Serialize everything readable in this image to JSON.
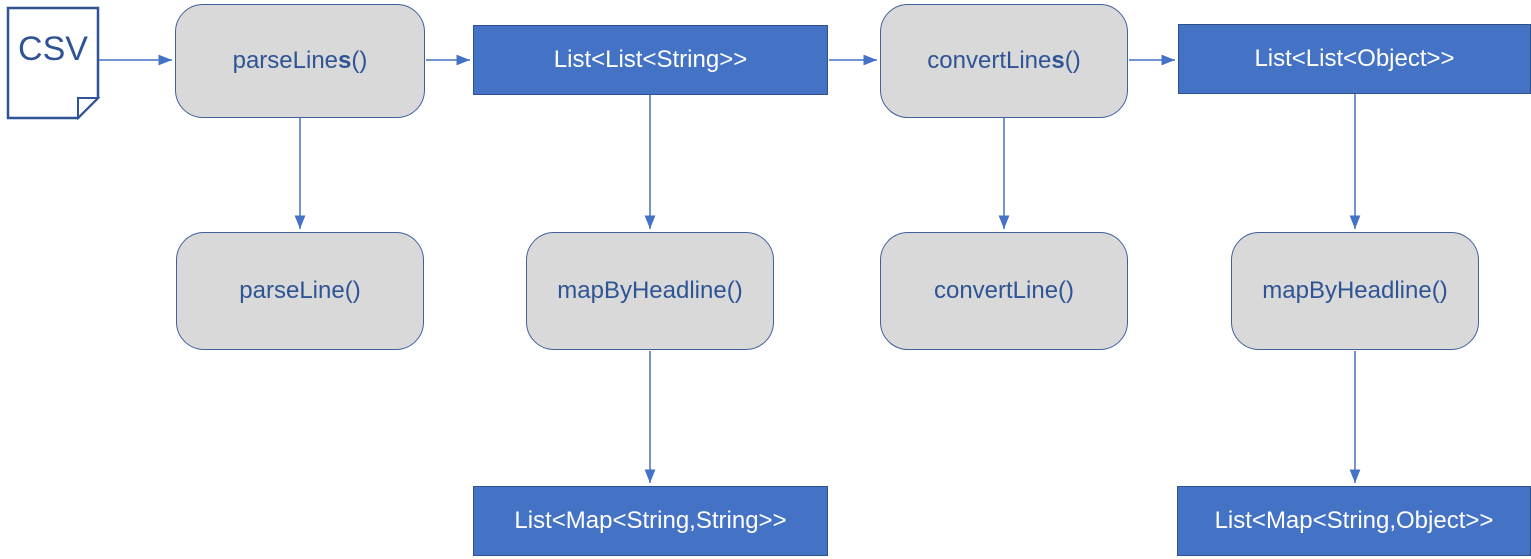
{
  "csv": {
    "label": "CSV"
  },
  "nodes": {
    "parse_lines": {
      "prefix": "parseLine",
      "bold": "s",
      "suffix": "()"
    },
    "list_list_string": {
      "label": "List<List<String>>"
    },
    "convert_lines": {
      "prefix": "convertLine",
      "bold": "s",
      "suffix": "()"
    },
    "list_list_object": {
      "label": "List<List<Object>>"
    },
    "parse_line": {
      "label": "parseLine()"
    },
    "map_by_headline_1": {
      "label": "mapByHeadline()"
    },
    "convert_line": {
      "label": "convertLine()"
    },
    "map_by_headline_2": {
      "label": "mapByHeadline()"
    },
    "list_map_string_string": {
      "label": "List<Map<String,String>>"
    },
    "list_map_string_object": {
      "label": "List<Map<String,Object>>"
    }
  },
  "colors": {
    "blue_fill": "#4472C4",
    "blue_border": "#2F528F",
    "gray_fill": "#D9D9D9",
    "gray_border": "#41619B",
    "text_blue": "#2F5496",
    "arrow": "#4472C4"
  }
}
